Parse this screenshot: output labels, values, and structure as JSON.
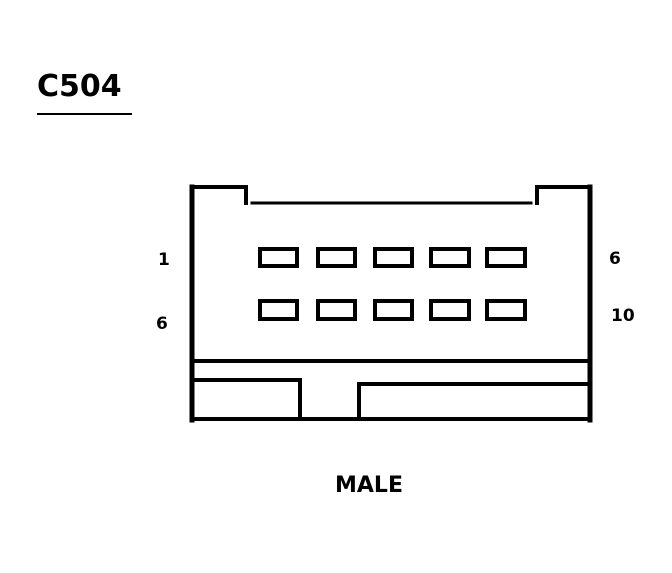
{
  "connector": {
    "id": "C504",
    "gender": "MALE",
    "pin_labels": {
      "top_left": "1",
      "bottom_left": "6",
      "top_right": "6",
      "bottom_right": "10"
    },
    "rows": 2,
    "pins_per_row": 5,
    "color": "#000000"
  }
}
